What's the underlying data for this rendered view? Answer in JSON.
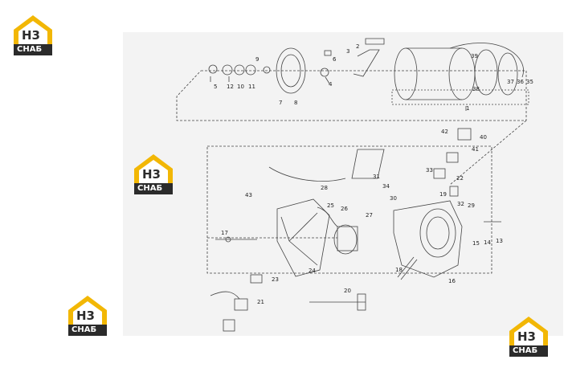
{
  "brand": {
    "mark": "H3",
    "name": "CHAБ",
    "colors": {
      "yellow": "#f2b705",
      "dark": "#2b2b2b",
      "white": "#ffffff"
    }
  },
  "diagram": {
    "part_numbers": [
      "1",
      "2",
      "3",
      "4",
      "5",
      "6",
      "7",
      "8",
      "9",
      "10",
      "11",
      "12",
      "13",
      "14",
      "15",
      "16",
      "17",
      "18",
      "19",
      "20",
      "21",
      "22",
      "23",
      "24",
      "25",
      "26",
      "27",
      "28",
      "29",
      "30",
      "31",
      "32",
      "33",
      "34",
      "35",
      "36",
      "37",
      "38",
      "39",
      "40",
      "41",
      "42",
      "43"
    ]
  }
}
